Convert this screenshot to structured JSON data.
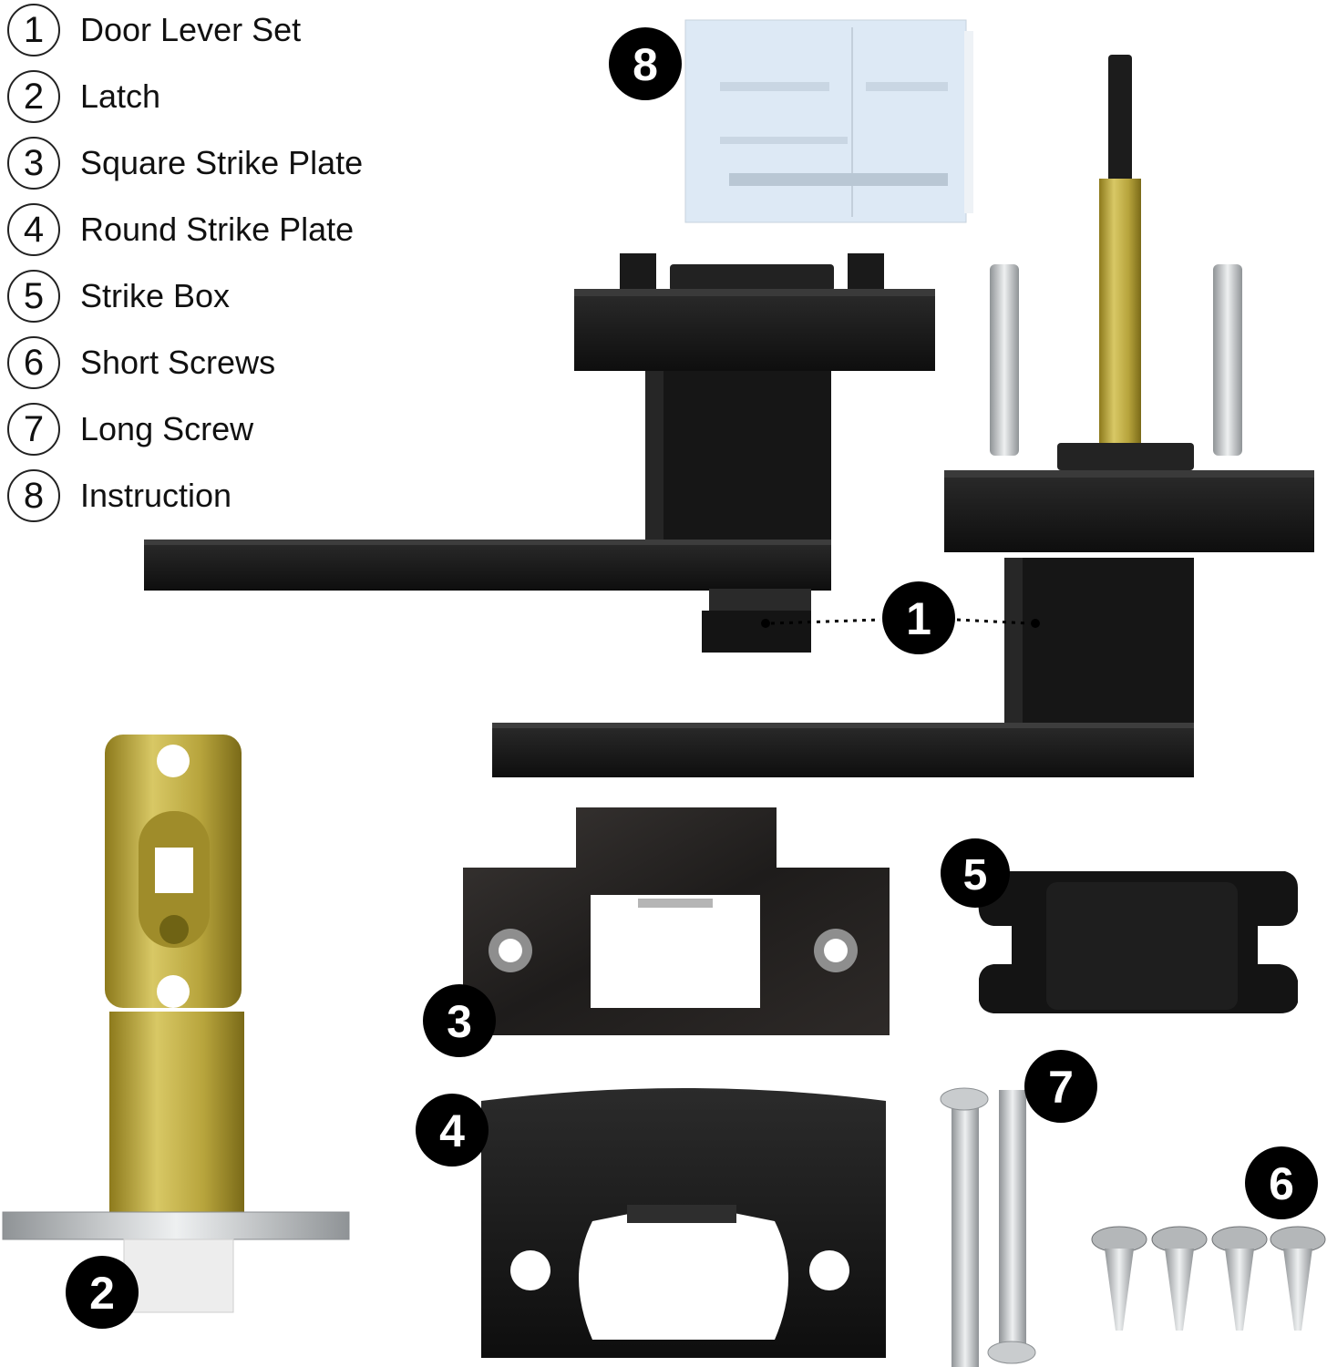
{
  "legend": [
    {
      "num": "1",
      "label": "Door Lever Set"
    },
    {
      "num": "2",
      "label": "Latch"
    },
    {
      "num": "3",
      "label": "Square Strike Plate"
    },
    {
      "num": "4",
      "label": "Round Strike Plate"
    },
    {
      "num": "5",
      "label": "Strike Box"
    },
    {
      "num": "6",
      "label": "Short Screws"
    },
    {
      "num": "7",
      "label": "Long Screw"
    },
    {
      "num": "8",
      "label": "Instruction"
    }
  ],
  "badges": {
    "b1": "1",
    "b2": "2",
    "b3": "3",
    "b4": "4",
    "b5": "5",
    "b6": "6",
    "b7": "7",
    "b8": "8"
  },
  "colors": {
    "hardware_black": "#1a1a1a",
    "brass": "#b8a23a",
    "steel": "#c9cccf",
    "badge": "#000000"
  }
}
